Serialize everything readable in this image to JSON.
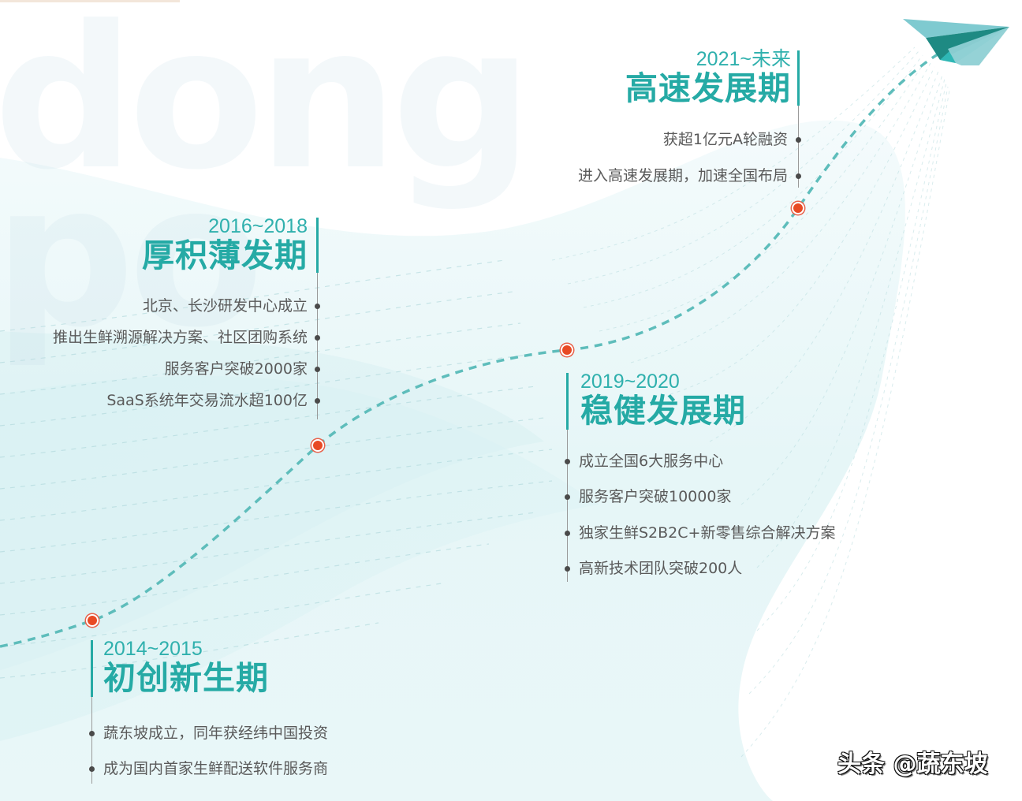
{
  "background": {
    "watermark_letters": [
      "dong",
      "po"
    ],
    "colors": {
      "base": "#ffffff",
      "wave_light": "#e6f6f7",
      "wave_mid": "#d9f1f3",
      "dash_lines": "#b9dde0"
    }
  },
  "theme": {
    "accent": "#25aaa5",
    "path_dash": "#5ebdbb",
    "node": "#e84a24",
    "text": "#5a5a5a",
    "bullet": "#4a4a4a"
  },
  "decoration": {
    "icon": "paper-plane-icon",
    "colors": [
      "#7fcad0",
      "#1e8a83",
      "#2fb7b5"
    ]
  },
  "timeline": {
    "stages": [
      {
        "years": "2014~2015",
        "title": "初创新生期",
        "items": [
          "蔬东坡成立，同年获经纬中国投资",
          "成为国内首家生鲜配送软件服务商"
        ]
      },
      {
        "years": "2016~2018",
        "title": "厚积薄发期",
        "items": [
          "北京、长沙研发中心成立",
          "推出生鲜溯源解决方案、社区团购系统",
          "服务客户突破2000家",
          "SaaS系统年交易流水超100亿"
        ]
      },
      {
        "years": "2019~2020",
        "title": "稳健发展期",
        "items": [
          "成立全国6大服务中心",
          "服务客户突破10000家",
          "独家生鲜S2B2C+新零售综合解决方案",
          "高新技术团队突破200人"
        ]
      },
      {
        "years": "2021~未来",
        "title": "高速发展期",
        "items": [
          "获超1亿元A轮融资",
          "进入高速发展期，加速全国布局"
        ]
      }
    ]
  },
  "footer": {
    "watermark": "头条 @蔬东坡"
  }
}
